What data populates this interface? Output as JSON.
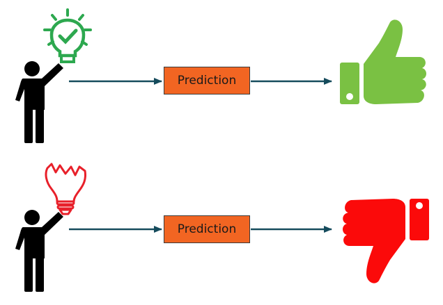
{
  "rows": [
    {
      "label": "Prediction",
      "idea": "good-idea",
      "outcome": "thumbs-up",
      "idea_color": "#2da84f",
      "outcome_color": "#7ac143"
    },
    {
      "label": "Prediction",
      "idea": "broken-idea",
      "outcome": "thumbs-down",
      "idea_color": "#e8202a",
      "outcome_color": "#fb0a0a"
    }
  ],
  "colors": {
    "arrow": "#154b5c",
    "box_fill": "#f26522",
    "person": "#000000"
  }
}
